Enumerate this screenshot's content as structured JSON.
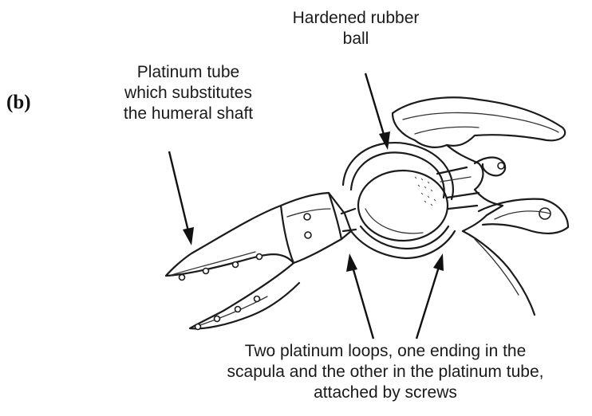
{
  "panel_label": "(b)",
  "labels": {
    "ball": [
      "Hardened rubber",
      "ball"
    ],
    "tube": [
      "Platinum tube",
      "which substitutes",
      "the humeral shaft"
    ],
    "loops": [
      "Two platinum loops, one ending in the",
      "scapula and the other in the platinum tube,",
      "attached by screws"
    ]
  }
}
